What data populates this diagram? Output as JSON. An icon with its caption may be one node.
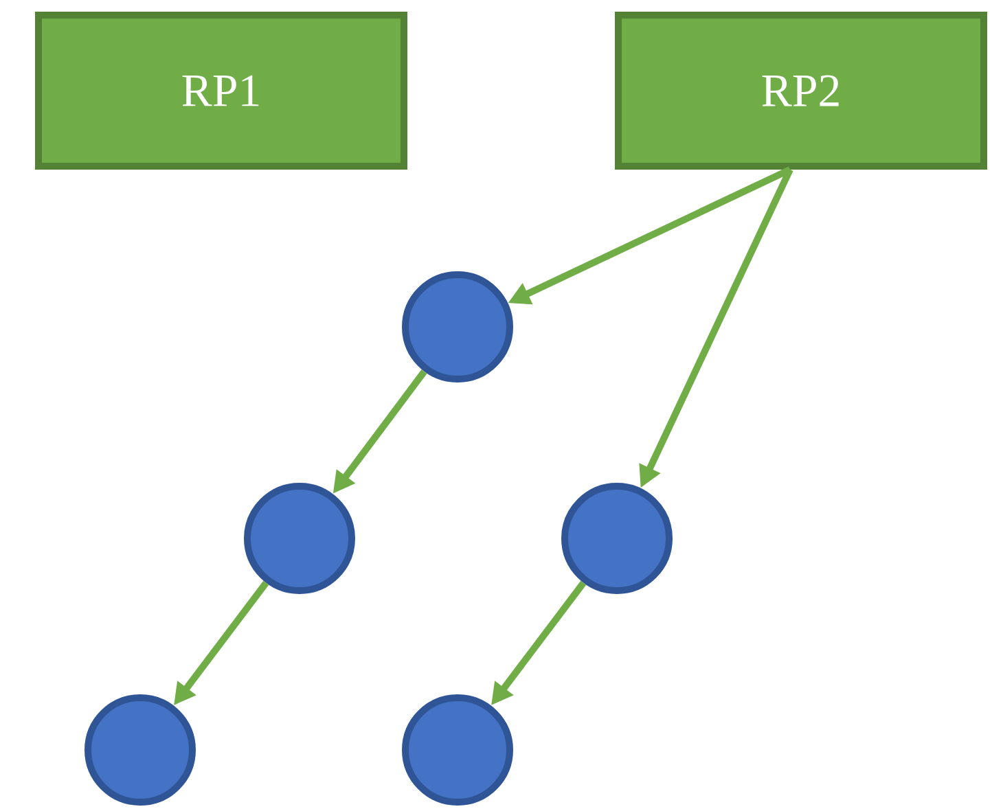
{
  "diagram": {
    "nodes": [
      {
        "text": [
          "RP1"
        ]
      },
      {
        "text": [
          "RP2"
        ]
      },
      {
        "text": [],
        "shape": "circle"
      },
      {
        "text": [],
        "shape": "circle"
      },
      {
        "text": [],
        "shape": "circle"
      },
      {
        "text": [],
        "shape": "circle"
      },
      {
        "text": [],
        "shape": "circle"
      }
    ],
    "edges": [
      {
        "from": 1,
        "to": 2,
        "arrow": "to"
      },
      {
        "from": 1,
        "to": 4,
        "arrow": "to"
      },
      {
        "from": 2,
        "to": 3,
        "arrow": "to"
      },
      {
        "from": 3,
        "to": 5,
        "arrow": "to"
      },
      {
        "from": 4,
        "to": 6,
        "arrow": "to"
      }
    ]
  }
}
